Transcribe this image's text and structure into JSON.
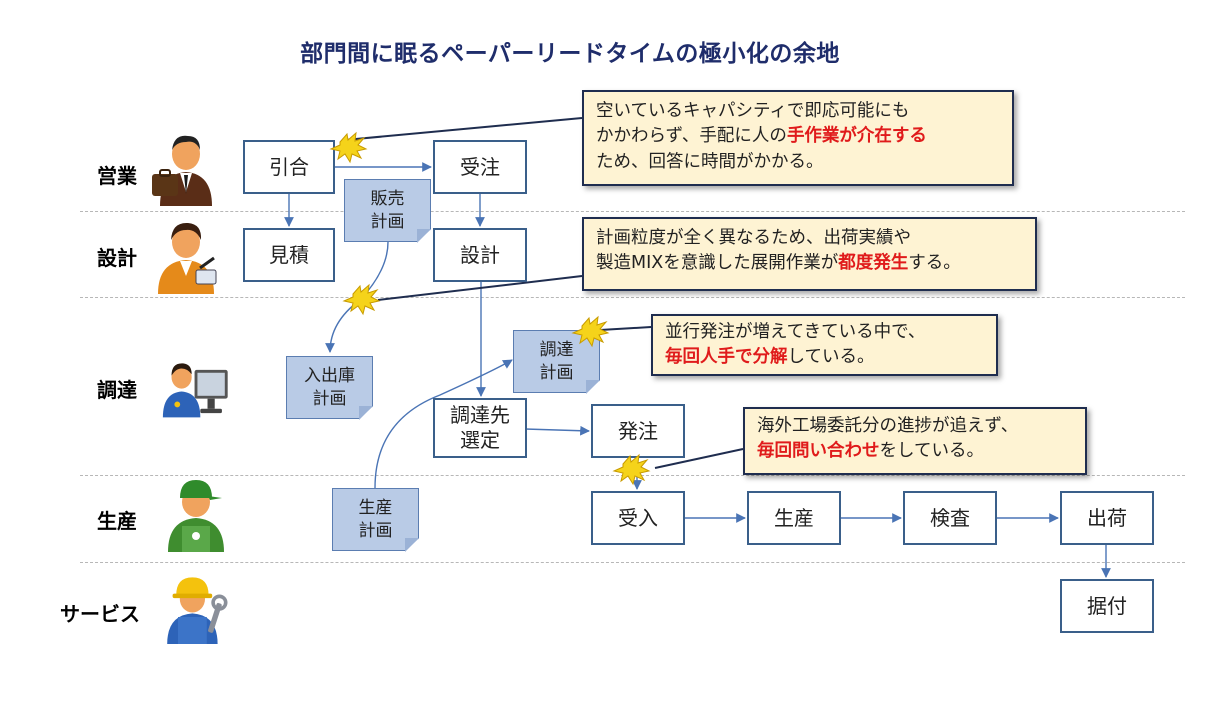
{
  "title": "部門間に眠るペーパーリードタイムの極小化の余地",
  "lanes": [
    "営業",
    "設計",
    "調達",
    "生産",
    "サービス"
  ],
  "processes": {
    "hikiai": "引合",
    "juchu": "受注",
    "mitsumori": "見積",
    "sekkei": "設計",
    "chotatsusaki": "調達先\n選定",
    "hacchu": "発注",
    "ukeire": "受入",
    "seisan": "生産",
    "kensa": "検査",
    "shukka": "出荷",
    "suetsuke": "据付"
  },
  "documents": {
    "hanbai": "販売\n計画",
    "nyushukko": "入出庫\n計画",
    "chotatsu": "調達\n計画",
    "seisan": "生産\n計画"
  },
  "callouts": {
    "c1": {
      "line1": "空いているキャパシティで即応可能にも",
      "line2_pre": "かかわらず、手配に人の",
      "line2_hl": "手作業が介在する",
      "line3": "ため、回答に時間がかかる。"
    },
    "c2": {
      "line1": "計画粒度が全く異なるため、出荷実績や",
      "line2_pre": "製造MIXを意識した展開作業が",
      "line2_hl": "都度発生",
      "line2_post": "する。"
    },
    "c3": {
      "line1": "並行発注が増えてきている中で、",
      "line2_hl": "毎回人手で分解",
      "line2_post": "している。"
    },
    "c4": {
      "line1": "海外工場委託分の進捗が追えず、",
      "line2_hl": "毎回問い合わせ",
      "line2_post": "をしている。"
    }
  },
  "icons": [
    "salesperson-icon",
    "designer-icon",
    "buyer-icon",
    "production-worker-icon",
    "service-worker-icon",
    "alert-burst-icon"
  ],
  "colors": {
    "title": "#1f2d6b",
    "box_border": "#3a5f8a",
    "doc_fill": "#b9cbe6",
    "callout_fill": "#fef3d3",
    "highlight": "#e01b1b",
    "arrow": "#4a74b5",
    "burst": "#f5d31a"
  }
}
